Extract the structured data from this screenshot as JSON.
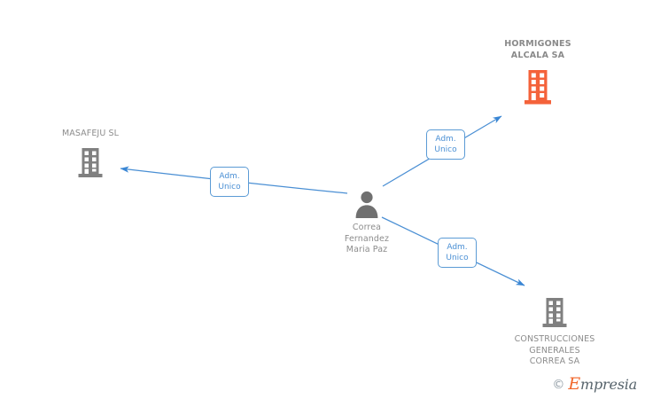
{
  "diagram": {
    "type": "relationship-graph",
    "background_color": "#ffffff",
    "edge_color": "#4a8fd4",
    "company_icon_color": "#808080",
    "company_highlight_color": "#f4623a",
    "person_icon_color": "#707070",
    "label_text_color": "#8c8c8c"
  },
  "nodes": {
    "person": {
      "name": "Correa\nFernandez\nMaria Paz",
      "icon": "person-icon",
      "role": "central-person"
    },
    "company_left": {
      "name": "MASAFEJU SL",
      "icon": "building-icon",
      "color": "#808080",
      "highlighted": "false"
    },
    "company_top_right": {
      "name": "HORMIGONES\nALCALA SA",
      "icon": "building-icon",
      "color": "#f4623a",
      "highlighted": "true"
    },
    "company_bottom_right": {
      "name": "CONSTRUCCIONES\nGENERALES\nCORREA SA",
      "icon": "building-icon",
      "color": "#808080",
      "highlighted": "false"
    }
  },
  "edges": [
    {
      "from": "person",
      "to": "company_left",
      "label": "Adm.\nUnico",
      "direction": "left"
    },
    {
      "from": "person",
      "to": "company_top_right",
      "label": "Adm.\nUnico",
      "direction": "up-right"
    },
    {
      "from": "person",
      "to": "company_bottom_right",
      "label": "Adm.\nUnico",
      "direction": "down-right"
    }
  ],
  "watermark": {
    "copyright": "©",
    "brand_initial": "E",
    "brand_rest": "mpresia"
  }
}
